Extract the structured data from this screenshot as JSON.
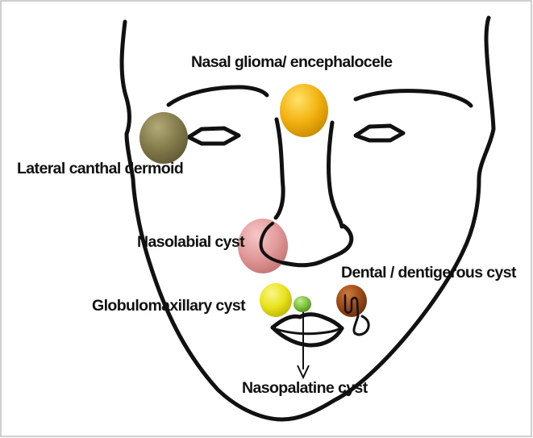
{
  "labels": {
    "nasal_glioma": "Nasal glioma/ encephalocele",
    "lateral_canthal": "Lateral canthal dermoid",
    "nasolabial": "Nasolabial cyst",
    "dental": "Dental / dentigerous cyst",
    "globulomaxillary": "Globulomaxillary cyst",
    "nasopalatine": "Nasopalatine cyst"
  },
  "colors": {
    "outline": "#111111",
    "nasal_glioma": "#f3b312",
    "lateral_canthal": "#857c4c",
    "nasolabial": "#e39b9b",
    "dental": "#9b4a18",
    "globulomaxillary": "#e9e31f",
    "nasopalatine": "#7fc23e"
  },
  "icons": {
    "face": "face-outline-icon",
    "arrow": "down-arrow-icon"
  }
}
